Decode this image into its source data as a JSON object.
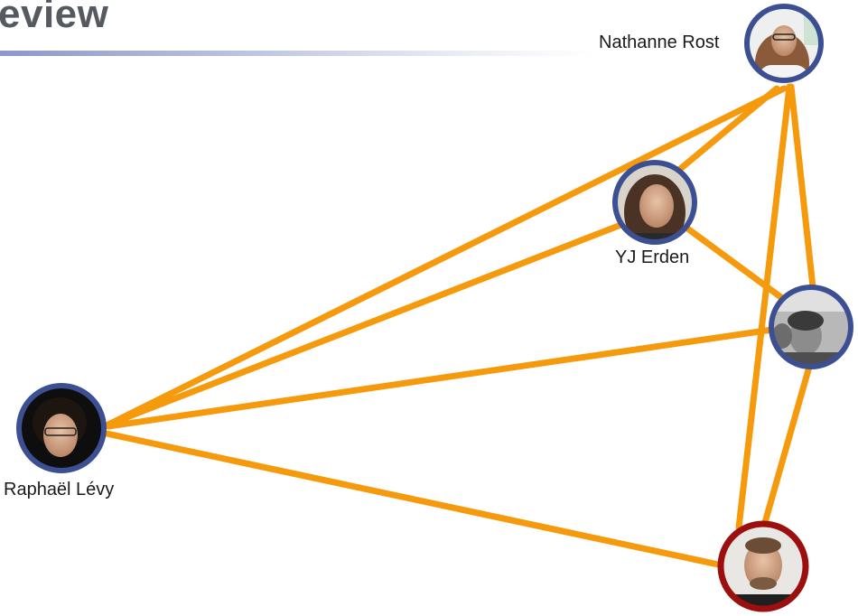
{
  "slide": {
    "title": "eview"
  },
  "palette": {
    "edge": "#f59a0c",
    "ring_default": "#3d4f93",
    "ring_highlight": "#9b0f0f",
    "title_rule": "#8d97c9"
  },
  "nodes": [
    {
      "id": "nathanne",
      "label": "Nathanne Rost",
      "ring": "default",
      "icon": "person-avatar-photo"
    },
    {
      "id": "yj",
      "label": "YJ Erden",
      "ring": "default",
      "icon": "person-avatar-photo"
    },
    {
      "id": "anon",
      "label": "",
      "ring": "default",
      "icon": "person-avatar-photo-bw"
    },
    {
      "id": "raphael",
      "label": "Raphaël Lévy",
      "ring": "default",
      "icon": "person-avatar-photo"
    },
    {
      "id": "bottom",
      "label": "",
      "ring": "highlight",
      "icon": "person-avatar-photo"
    }
  ],
  "edges": [
    [
      "raphael",
      "nathanne"
    ],
    [
      "raphael",
      "yj"
    ],
    [
      "raphael",
      "anon"
    ],
    [
      "raphael",
      "bottom"
    ],
    [
      "yj",
      "nathanne"
    ],
    [
      "yj",
      "anon"
    ],
    [
      "nathanne",
      "anon"
    ],
    [
      "nathanne",
      "bottom"
    ],
    [
      "anon",
      "bottom"
    ]
  ]
}
